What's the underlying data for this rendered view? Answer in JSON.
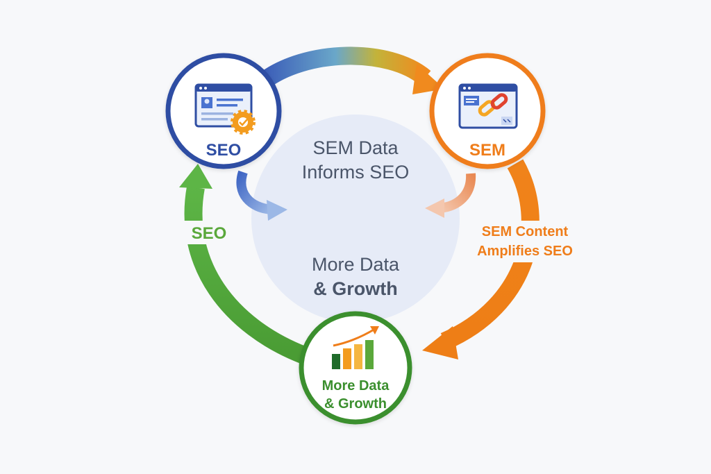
{
  "nodes": {
    "seo": {
      "label": "SEO",
      "color": "#2f4ea3"
    },
    "sem": {
      "label": "SEM",
      "color": "#ef7d1a"
    },
    "growth": {
      "label_line1": "More Data",
      "label_line2": "& Growth",
      "color": "#3b8f2e"
    }
  },
  "center": {
    "top_line1": "SEM Data",
    "top_line2": "Informs SEO",
    "bottom_line1": "More Data",
    "bottom_line2": "& Growth",
    "color": "#e6ebf7"
  },
  "edges": {
    "left_label": "SEO",
    "right_label_line1": "SEM Content",
    "right_label_line2": "Amplifies SEO"
  },
  "colors": {
    "seo_blue": "#2f4ea3",
    "sem_orange": "#ef7d1a",
    "growth_green": "#4f9d3a",
    "text_dark": "#4a5569"
  },
  "icons": [
    "webpage-gear-icon",
    "chain-link-icon",
    "bar-chart-growth-icon"
  ]
}
